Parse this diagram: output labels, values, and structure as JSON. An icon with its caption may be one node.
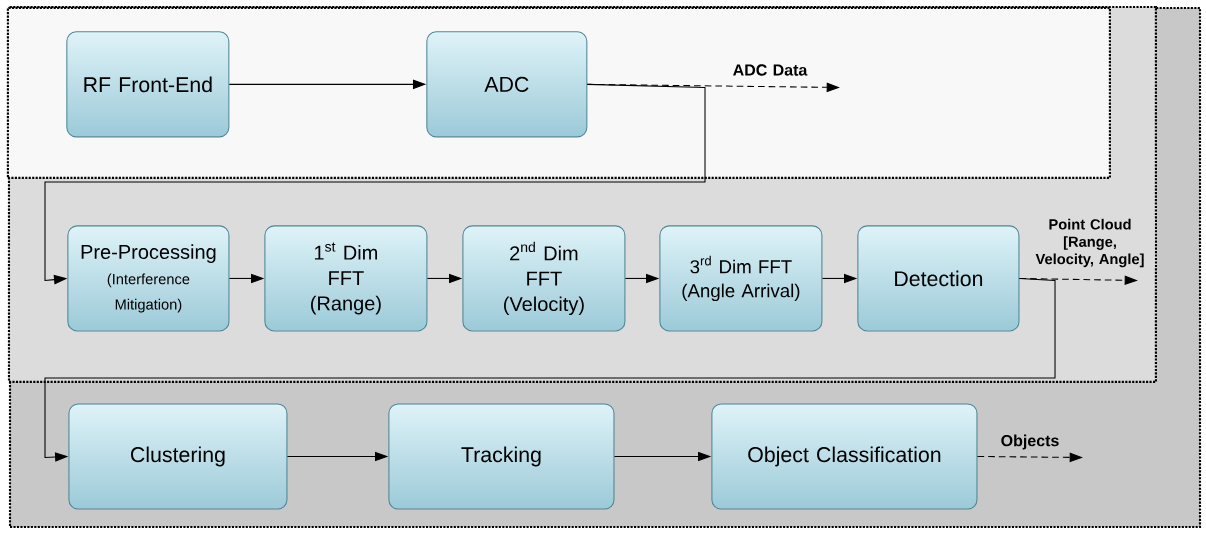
{
  "diagram": {
    "nodes": [
      {
        "text": [],
        "shape": "box"
      },
      {
        "text": [],
        "shape": "box",
        "in": 0
      },
      {
        "text": [],
        "shape": "box",
        "in": 1
      },
      {
        "text": [
          "RF Front-End"
        ],
        "in": 2
      },
      {
        "text": [
          "ADC"
        ],
        "in": 2
      },
      {
        "text": [
          "Pre-Processing",
          "(Interference Mitigation)"
        ],
        "in": 1
      },
      {
        "text": [
          "\\text{1}^{\\text{st}}\\text{ Dim}",
          "FFT (Range)"
        ],
        "in": 1
      },
      {
        "text": [
          "\\text{2}^{\\text{nd}}\\text{ Dim}",
          "FFT (Velocity)"
        ],
        "in": 1
      },
      {
        "text": [
          "\\text{3}^{\\text{rd}}\\text{ Dim FFT}",
          "(Angle Arrival)"
        ],
        "in": 1
      },
      {
        "text": [
          "Detection"
        ],
        "in": 1
      },
      {
        "text": [
          "Clustering"
        ],
        "in": 0
      },
      {
        "text": [
          "Tracking"
        ],
        "in": 0
      },
      {
        "text": [
          "Object Classification"
        ],
        "in": 0
      }
    ],
    "edges": [
      {
        "from": 3,
        "to": 4,
        "arrow": "to"
      },
      {
        "from": 4,
        "to": 5,
        "arrow": "to"
      },
      {
        "from": 4,
        "to": null,
        "arrow": "to",
        "label": "ADC Data",
        "style": "dashed"
      },
      {
        "from": 5,
        "to": 6,
        "arrow": "to"
      },
      {
        "from": 6,
        "to": 7,
        "arrow": "to"
      },
      {
        "from": 7,
        "to": 8,
        "arrow": "to"
      },
      {
        "from": 8,
        "to": 9,
        "arrow": "to"
      },
      {
        "from": 9,
        "to": 10,
        "arrow": "to"
      },
      {
        "from": 9,
        "to": null,
        "arrow": "to",
        "label": "Point Cloud [Range, Velocity, Angle]",
        "style": "dashed"
      },
      {
        "from": 10,
        "to": 11,
        "arrow": "to"
      },
      {
        "from": 11,
        "to": 12,
        "arrow": "to"
      },
      {
        "from": 12,
        "to": null,
        "arrow": "to",
        "label": "Objects",
        "style": "dashed"
      }
    ]
  }
}
